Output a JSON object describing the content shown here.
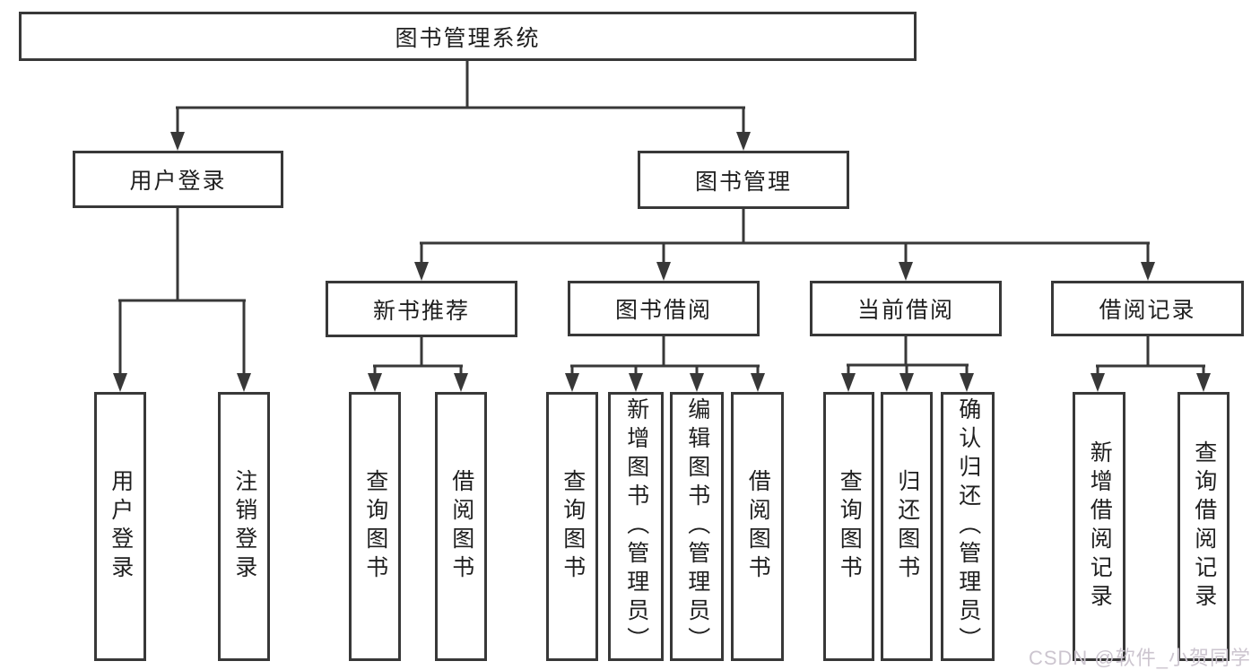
{
  "diagram": {
    "root": {
      "label": "图书管理系统"
    },
    "level2": [
      {
        "id": "user-login",
        "label": "用户登录"
      },
      {
        "id": "book-management",
        "label": "图书管理"
      }
    ],
    "level3": [
      {
        "id": "new-book-recommend",
        "label": "新书推荐"
      },
      {
        "id": "book-borrowing",
        "label": "图书借阅"
      },
      {
        "id": "current-borrowing",
        "label": "当前借阅"
      },
      {
        "id": "borrowing-records",
        "label": "借阅记录"
      }
    ],
    "leaves": [
      {
        "id": "user-login-action",
        "label": "用户登录"
      },
      {
        "id": "logout",
        "label": "注销登录"
      },
      {
        "id": "query-books-recommend",
        "label": "查询图书"
      },
      {
        "id": "borrow-books-recommend",
        "label": "借阅图书"
      },
      {
        "id": "query-books-borrowing",
        "label": "查询图书"
      },
      {
        "id": "add-books-admin",
        "label": "新增图书（管理员）"
      },
      {
        "id": "edit-books-admin",
        "label": "编辑图书（管理员）"
      },
      {
        "id": "borrow-books",
        "label": "借阅图书"
      },
      {
        "id": "query-books-current",
        "label": "查询图书"
      },
      {
        "id": "return-books",
        "label": "归还图书"
      },
      {
        "id": "confirm-return-admin",
        "label": "确认归还（管理员）"
      },
      {
        "id": "add-borrow-record",
        "label": "新增借阅记录"
      },
      {
        "id": "query-borrow-record",
        "label": "查询借阅记录"
      }
    ],
    "watermark": "CSDN @软件_小贺同学",
    "colors": {
      "line": "#383838",
      "text": "#1f1f1f",
      "watermark": "#ccc5cf",
      "background": "#ffffff"
    }
  }
}
